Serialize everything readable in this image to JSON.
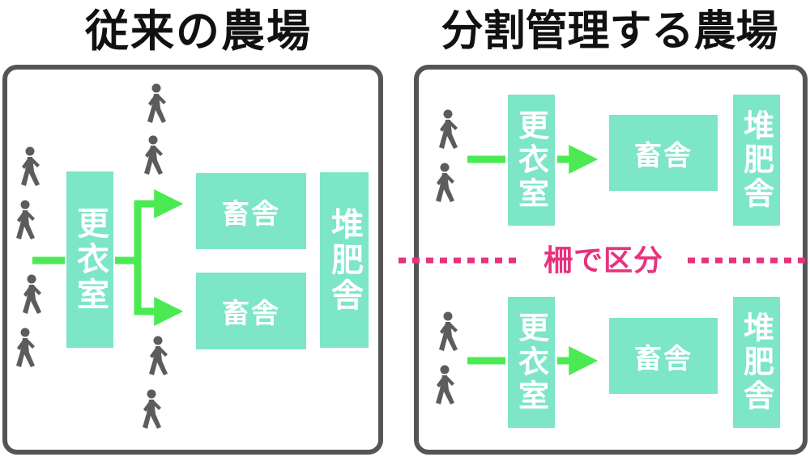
{
  "colors": {
    "frame": "#555555",
    "box_fill": "#7ce6c7",
    "arrow": "#4cea52",
    "fence": "#e8327f",
    "person": "#5c5c5c"
  },
  "left_panel": {
    "title": "従来の農場",
    "changing_room": "更衣室",
    "barn_top": "畜舎",
    "barn_bottom": "畜舎",
    "compost": "堆肥舎"
  },
  "right_panel": {
    "title": "分割管理する農場",
    "top_section": {
      "changing_room": "更衣室",
      "barn": "畜舎",
      "compost": "堆肥舎"
    },
    "divider_label": "柵で区分",
    "bottom_section": {
      "changing_room": "更衣室",
      "barn": "畜舎",
      "compost": "堆肥舎"
    }
  },
  "icons": [
    "walking-person-icon"
  ]
}
